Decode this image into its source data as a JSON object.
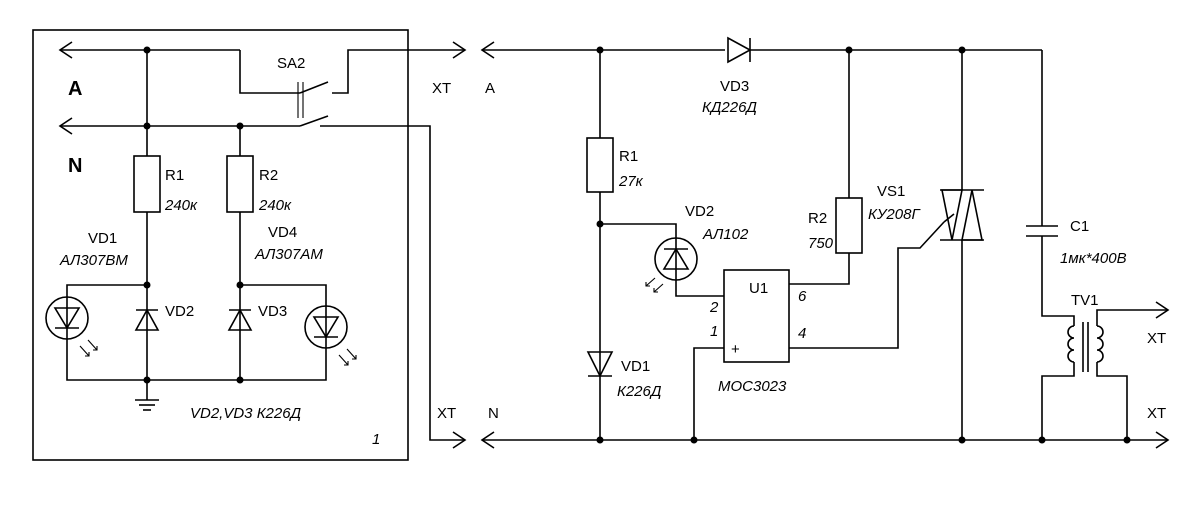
{
  "left_block": {
    "phase_label": "A",
    "neutral_label": "N",
    "switch_label": "SA2",
    "r1_label": "R1",
    "r1_value": "240к",
    "r2_label": "R2",
    "r2_value": "240к",
    "vd1_label": "VD1",
    "vd1_value": "АЛ307ВМ",
    "vd4_label": "VD4",
    "vd4_value": "АЛ307АМ",
    "vd2_label": "VD2",
    "vd3_label": "VD3",
    "diodes_note": "VD2,VD3 К226Д",
    "block_number": "1"
  },
  "connectors": {
    "xt_top": "XT",
    "xt_bottom": "XT"
  },
  "right_block": {
    "phase_label": "A",
    "neutral_label": "N",
    "vd3_label": "VD3",
    "vd3_value": "КД226Д",
    "r1_label": "R1",
    "r1_value": "27к",
    "vd2_label": "VD2",
    "vd2_value": "АЛ102",
    "r2_label": "R2",
    "r2_value": "750",
    "vs1_label": "VS1",
    "vs1_value": "КУ208Г",
    "c1_label": "C1",
    "c1_value": "1мк*400В",
    "u1_label": "U1",
    "pin_2": "2",
    "pin_1": "1",
    "pin_6": "6",
    "pin_4": "4",
    "pin_plus": "+",
    "u1_value": "МОС3023",
    "vd1_label": "VD1",
    "vd1_value": "К226Д",
    "tv1_label": "TV1",
    "xt_out_top": "XT",
    "xt_out_bottom": "XT"
  }
}
